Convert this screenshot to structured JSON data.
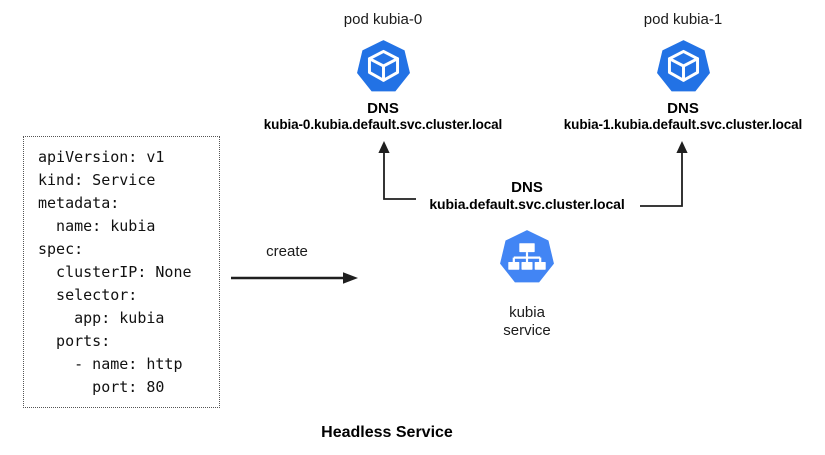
{
  "diagram": {
    "title": "Headless Service",
    "yaml_manifest": {
      "lines": [
        "apiVersion: v1",
        "kind: Service",
        "metadata:",
        "  name: kubia",
        "spec:",
        "  clusterIP: None",
        "  selector:",
        "    app: kubia",
        "  ports:",
        "    - name: http",
        "      port: 80"
      ]
    },
    "create_label": "create",
    "pods": [
      {
        "title": "pod kubia-0",
        "dns_heading": "DNS",
        "dns_name": "kubia-0.kubia.default.svc.cluster.local"
      },
      {
        "title": "pod kubia-1",
        "dns_heading": "DNS",
        "dns_name": "kubia-1.kubia.default.svc.cluster.local"
      }
    ],
    "service_dns": {
      "heading": "DNS",
      "name": "kubia.default.svc.cluster.local"
    },
    "service": {
      "label_line1": "kubia",
      "label_line2": "service"
    },
    "icons": {
      "pod": "kubernetes-pod-icon",
      "service": "kubernetes-service-icon"
    },
    "colors": {
      "pod_blue": "#2272e5",
      "service_blue": "#4285f4",
      "arrow": "#1f1f1f",
      "border": "#555555"
    }
  }
}
